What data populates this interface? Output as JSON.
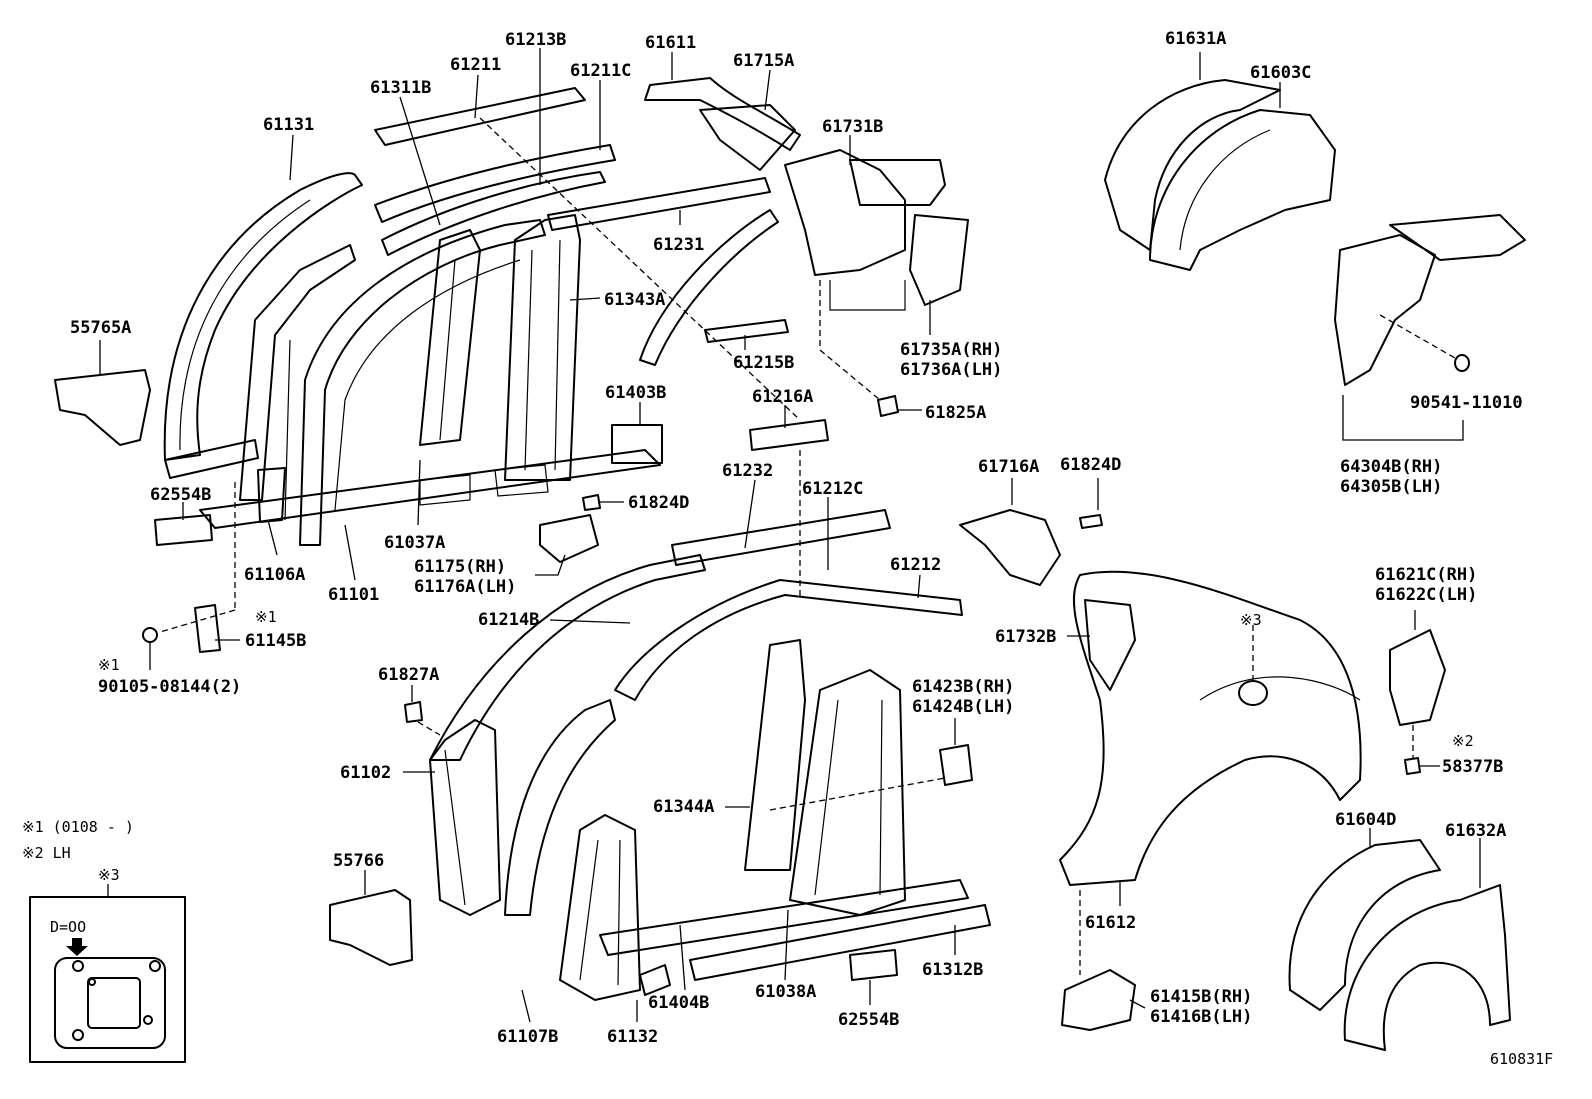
{
  "diagram_code": "610831F",
  "labels": {
    "p61213B": "61213B",
    "p61611": "61611",
    "p61211": "61211",
    "p61211C": "61211C",
    "p61715A": "61715A",
    "p61311B": "61311B",
    "p61131": "61131",
    "p61731B": "61731B",
    "p61231": "61231",
    "p61343A": "61343A",
    "p55765A": "55765A",
    "p61215B": "61215B",
    "p61735A": "61735A(RH)",
    "p61736A": "61736A(LH)",
    "p61403B": "61403B",
    "p61825A": "61825A",
    "p61216A": "61216A",
    "p62554B_top": "62554B",
    "p61232": "61232",
    "p61212C": "61212C",
    "p61824D_a": "61824D",
    "p61037A": "61037A",
    "p61175": "61175(RH)",
    "p61176A": "61176A(LH)",
    "p61106A": "61106A",
    "p61101": "61101",
    "p61212": "61212",
    "p61145B": "61145B",
    "p61214B": "61214B",
    "p61827A": "61827A",
    "p61423B": "61423B(RH)",
    "p61424B": "61424B(LH)",
    "p61102": "61102",
    "p61344A": "61344A",
    "p55766": "55766",
    "p61107B": "61107B",
    "p61132": "61132",
    "p61404B": "61404B",
    "p61038A": "61038A",
    "p62554B_bot": "62554B",
    "p61312B": "61312B",
    "p61631A": "61631A",
    "p61603C": "61603C",
    "p90541": "90541-11010",
    "p64304B": "64304B(RH)",
    "p64305B": "64305B(LH)",
    "p61716A": "61716A",
    "p61824D_b": "61824D",
    "p61621C": "61621C(RH)",
    "p61622C": "61622C(LH)",
    "p61732B": "61732B",
    "p58377B": "58377B",
    "p61604D": "61604D",
    "p61632A": "61632A",
    "p61612": "61612",
    "p61415B": "61415B(RH)",
    "p61416B": "61416B(LH)",
    "p90105": "90105-08144(2)"
  },
  "marks": {
    "m1_bolt": "※1",
    "m1_bracket": "※1",
    "m2": "※2",
    "m3_panel": "※3",
    "m3_box": "※3"
  },
  "notes": {
    "note1": "※1 (0108 -         )",
    "note2": "※2 LH"
  },
  "inset": {
    "label": "D=OO"
  }
}
